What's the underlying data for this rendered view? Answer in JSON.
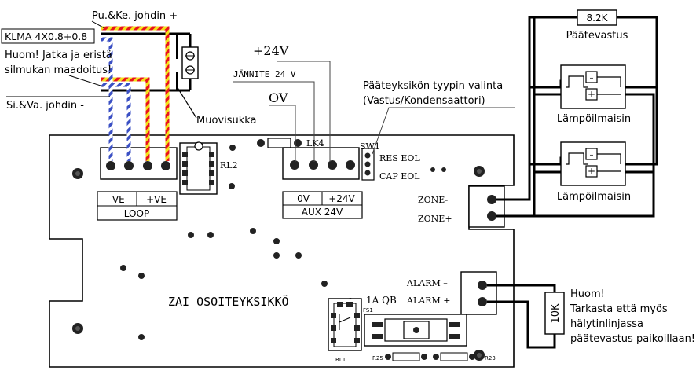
{
  "labels": {
    "pu_ke": "Pu.&Ke. johdin +",
    "cable": "KLMA 4X0.8+0.8",
    "note_line1": "Huom! Jatka ja eristä",
    "note_line2": "silmukan maadoitus!",
    "si_va": "Si.&Va. johdin -",
    "muovisukka": "Muovisukka",
    "plus24": "+24V",
    "jannite": "JÄNNITE 24 V",
    "ov": "OV",
    "tyyppi1": "Pääteyksikön tyypin valinta",
    "tyyppi2": "(Vastus/Kondensaattori)",
    "lk4": "LK4",
    "sw1": "SW1",
    "res_eol": "RES EOL",
    "cap_eol": "CAP EOL",
    "rl2": "RL2",
    "ve_minus": "-VE",
    "ve_plus": "+VE",
    "loop": "LOOP",
    "aux_0v": "0V",
    "aux_24v": "+24V",
    "aux": "AUX 24V",
    "zone_minus": "ZONE-",
    "zone_plus": "ZONE+",
    "resistor_82k": "8.2K",
    "paatevastus": "Päätevastus",
    "detector1": "Lämpöilmaisin",
    "detector2": "Lämpöilmaisin",
    "det_minus": "–",
    "det_plus": "+",
    "alarm_minus": "ALARM –",
    "alarm_plus": "ALARM +",
    "resistor_10k": "10K",
    "huom2_line1": "Huom!",
    "huom2_line2": "Tarkasta että myös",
    "huom2_line3": "hälytinlinjassa",
    "huom2_line4": "päätevastus paikoillaan!",
    "board_title": "ZAI OSOITEYKSIKKÖ",
    "fuse": "1A QB",
    "fs1": "FS1",
    "rl1": "RL1",
    "r25": "R25",
    "r23": "R23"
  },
  "colors": {
    "red": "#e8141b",
    "yellow": "#f2e21a",
    "blue": "#3b50c4",
    "white": "#ffffff",
    "black": "#000000"
  }
}
